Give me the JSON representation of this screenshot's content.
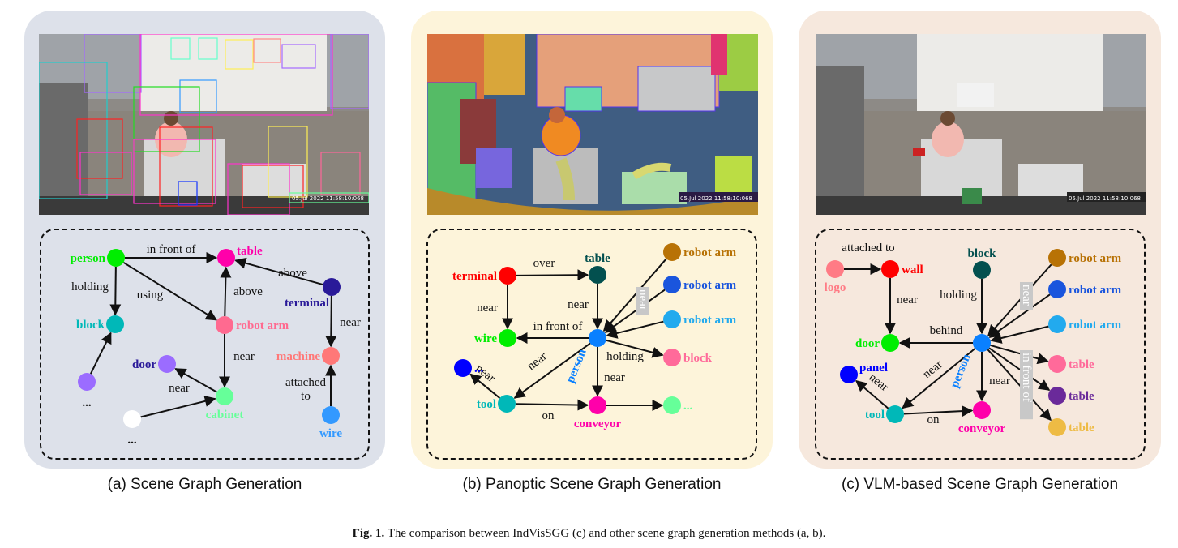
{
  "figure": {
    "caption_prefix": "Fig. 1.",
    "caption_text": "The comparison between IndVisSGG (c) and other scene graph generation methods (a, b)."
  },
  "photo_timestamp": "05.Jul 2022   11:58:10:068",
  "panels": [
    {
      "id": "a",
      "subcaption": "(a) Scene Graph Generation",
      "background": "#dde1ea",
      "photo_style": "bounding-boxes",
      "nodes": [
        {
          "id": "person",
          "label": "person",
          "color": "#00ee00",
          "label_side": "left"
        },
        {
          "id": "table",
          "label": "table",
          "color": "#ff00aa",
          "label_side": "right-top"
        },
        {
          "id": "terminal",
          "label": "terminal",
          "color": "#2a1a99",
          "label_side": "below-left"
        },
        {
          "id": "block",
          "label": "block",
          "color": "#00b8b8",
          "label_side": "left"
        },
        {
          "id": "robot_arm",
          "label": "robot arm",
          "color": "#ff6a90",
          "label_side": "right"
        },
        {
          "id": "machine",
          "label": "machine",
          "color": "#ff7878",
          "label_side": "left"
        },
        {
          "id": "door",
          "label": "door",
          "color": "#9b6cff",
          "label_side": "left",
          "label_color": "#2a1a99"
        },
        {
          "id": "cabinet",
          "label": "cabinet",
          "color": "#66ff99",
          "label_side": "below"
        },
        {
          "id": "wire",
          "label": "wire",
          "color": "#3399ff",
          "label_side": "below"
        },
        {
          "id": "purple_misc",
          "label": "...",
          "color": "#9b6cff",
          "label_side": "below",
          "label_color": "#111111"
        },
        {
          "id": "white_misc",
          "label": "...",
          "color": "#ffffff",
          "label_side": "below",
          "label_color": "#111111"
        }
      ],
      "edges": [
        {
          "from": "person",
          "to": "table",
          "label": "in front of"
        },
        {
          "from": "person",
          "to": "block",
          "label": "holding"
        },
        {
          "from": "person",
          "to": "robot_arm",
          "label": "using"
        },
        {
          "from": "robot_arm",
          "to": "table",
          "label": "above"
        },
        {
          "from": "terminal",
          "to": "table",
          "label": "above"
        },
        {
          "from": "terminal",
          "to": "machine",
          "label": "near"
        },
        {
          "from": "robot_arm",
          "to": "cabinet",
          "label": "near"
        },
        {
          "from": "cabinet",
          "to": "door",
          "label": "near"
        },
        {
          "from": "wire",
          "to": "machine",
          "label": "attached to"
        },
        {
          "from": "purple_misc",
          "to": "block",
          "label": ""
        },
        {
          "from": "white_misc",
          "to": "cabinet",
          "label": ""
        }
      ]
    },
    {
      "id": "b",
      "subcaption": "(b) Panoptic Scene Graph Generation",
      "background": "#fdf4da",
      "photo_style": "panoptic-segmentation",
      "nodes": [
        {
          "id": "terminal",
          "label": "terminal",
          "color": "#ff0000",
          "label_side": "left"
        },
        {
          "id": "table",
          "label": "table",
          "color": "#03504f",
          "label_side": "above"
        },
        {
          "id": "wire",
          "label": "wire",
          "color": "#00ee00",
          "label_side": "left"
        },
        {
          "id": "person",
          "label": "person",
          "color": "#0a80ff",
          "label_side": "below-rotated"
        },
        {
          "id": "robot_arm_1",
          "label": "robot arm",
          "color": "#b87205",
          "label_side": "right"
        },
        {
          "id": "robot_arm_2",
          "label": "robot arm",
          "color": "#1a55dd",
          "label_side": "right"
        },
        {
          "id": "robot_arm_3",
          "label": "robot arm",
          "color": "#22aaee",
          "label_side": "right"
        },
        {
          "id": "block",
          "label": "block",
          "color": "#ff6a9a",
          "label_side": "right"
        },
        {
          "id": "blue_misc",
          "label": "...",
          "color": "#0000ff",
          "label_side": "right"
        },
        {
          "id": "tool",
          "label": "tool",
          "color": "#00b8b8",
          "label_side": "left"
        },
        {
          "id": "conveyor",
          "label": "conveyor",
          "color": "#ff00aa",
          "label_side": "below"
        },
        {
          "id": "green_misc",
          "label": "...",
          "color": "#66ff99",
          "label_side": "right"
        }
      ],
      "edges": [
        {
          "from": "terminal",
          "to": "table",
          "label": "over"
        },
        {
          "from": "terminal",
          "to": "wire",
          "label": "near"
        },
        {
          "from": "table",
          "to": "person",
          "label": "near"
        },
        {
          "from": "person",
          "to": "wire",
          "label": "in front of"
        },
        {
          "from": "robot_arm_1",
          "to": "person",
          "label": ""
        },
        {
          "from": "robot_arm_2",
          "to": "person",
          "label": ""
        },
        {
          "from": "robot_arm_3",
          "to": "person",
          "label": ""
        },
        {
          "from": "person",
          "to": "block",
          "label": "holding"
        },
        {
          "from": "person",
          "to": "tool",
          "label": "near"
        },
        {
          "from": "person",
          "to": "conveyor",
          "label": "near"
        },
        {
          "from": "tool",
          "to": "blue_misc",
          "label": "near"
        },
        {
          "from": "tool",
          "to": "conveyor",
          "label": "on"
        },
        {
          "from": "conveyor",
          "to": "green_misc",
          "label": ""
        }
      ],
      "group_labels": [
        {
          "text": "near",
          "for": "robot arm edges"
        }
      ]
    },
    {
      "id": "c",
      "subcaption": "(c) VLM-based Scene Graph Generation",
      "background": "#f6e8dd",
      "photo_style": "raw",
      "nodes": [
        {
          "id": "logo",
          "label": "logo",
          "color": "#ff7b85",
          "label_side": "below"
        },
        {
          "id": "wall",
          "label": "wall",
          "color": "#ff0000",
          "label_side": "right"
        },
        {
          "id": "block",
          "label": "block",
          "color": "#03504f",
          "label_side": "above"
        },
        {
          "id": "door",
          "label": "door",
          "color": "#00ee00",
          "label_side": "left"
        },
        {
          "id": "person",
          "label": "person",
          "color": "#0a80ff",
          "label_side": "below-rotated"
        },
        {
          "id": "robot_arm_1",
          "label": "robot arm",
          "color": "#b87205",
          "label_side": "right"
        },
        {
          "id": "robot_arm_2",
          "label": "robot arm",
          "color": "#1a55dd",
          "label_side": "right"
        },
        {
          "id": "robot_arm_3",
          "label": "robot arm",
          "color": "#22aaee",
          "label_side": "right"
        },
        {
          "id": "table_1",
          "label": "table",
          "color": "#ff6a9a",
          "label_side": "right"
        },
        {
          "id": "table_2",
          "label": "table",
          "color": "#6a2a9a",
          "label_side": "right"
        },
        {
          "id": "table_3",
          "label": "table",
          "color": "#eebb44",
          "label_side": "right"
        },
        {
          "id": "panel",
          "label": "panel",
          "color": "#0000ff",
          "label_side": "right-top"
        },
        {
          "id": "tool",
          "label": "tool",
          "color": "#00b8b8",
          "label_side": "left"
        },
        {
          "id": "conveyor",
          "label": "conveyor",
          "color": "#ff00aa",
          "label_side": "below"
        }
      ],
      "edges": [
        {
          "from": "logo",
          "to": "wall",
          "label": "attached to"
        },
        {
          "from": "wall",
          "to": "door",
          "label": "near"
        },
        {
          "from": "block",
          "to": "person",
          "label": "holding"
        },
        {
          "from": "person",
          "to": "door",
          "label": "behind"
        },
        {
          "from": "robot_arm_1",
          "to": "person",
          "label": ""
        },
        {
          "from": "robot_arm_2",
          "to": "person",
          "label": ""
        },
        {
          "from": "robot_arm_3",
          "to": "person",
          "label": ""
        },
        {
          "from": "person",
          "to": "table_1",
          "label": ""
        },
        {
          "from": "person",
          "to": "table_2",
          "label": ""
        },
        {
          "from": "person",
          "to": "table_3",
          "label": ""
        },
        {
          "from": "person",
          "to": "tool",
          "label": "near"
        },
        {
          "from": "person",
          "to": "conveyor",
          "label": "near"
        },
        {
          "from": "tool",
          "to": "panel",
          "label": "near"
        },
        {
          "from": "tool",
          "to": "conveyor",
          "label": "on"
        }
      ],
      "group_labels": [
        {
          "text": "near",
          "for": "robot arm edges"
        },
        {
          "text": "in front of",
          "for": "table edges"
        }
      ]
    }
  ]
}
